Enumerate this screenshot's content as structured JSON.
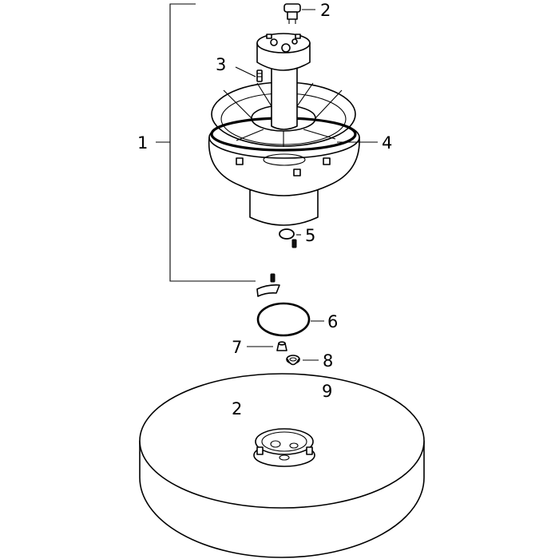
{
  "callouts": {
    "c1": "1",
    "c2_top": "2",
    "c3": "3",
    "c4": "4",
    "c5": "5",
    "c6": "6",
    "c7": "7",
    "c8": "8",
    "c9": "9",
    "c2_bottom": "2"
  },
  "colors": {
    "line": "#000000",
    "background": "#ffffff"
  }
}
